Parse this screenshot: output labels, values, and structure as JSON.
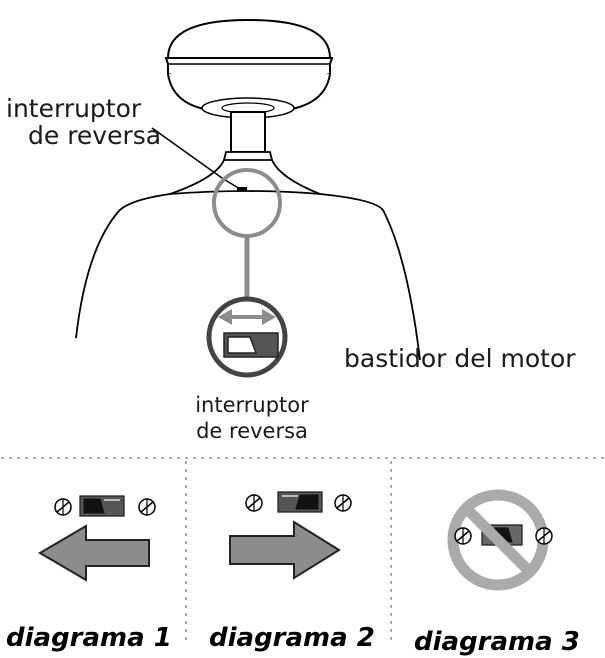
{
  "labels": {
    "reverse_switch_top": [
      "interruptor",
      "de reversa"
    ],
    "motor_housing": "bastidor del motor",
    "reverse_switch_bottom": [
      "interruptor",
      "de reversa"
    ]
  },
  "panels": [
    {
      "caption": "diagrama 1",
      "arrow_direction": "left",
      "prohibited": false
    },
    {
      "caption": "diagrama 2",
      "arrow_direction": "right",
      "prohibited": false
    },
    {
      "caption": "diagrama 3",
      "arrow_direction": "none",
      "prohibited": true
    }
  ],
  "colors": {
    "line": "#000000",
    "gray": "#8c8c8c",
    "dark_gray": "#444444",
    "dots": "#9a9a9a"
  },
  "icons": [
    "screw-icon",
    "slide-switch-icon",
    "direction-arrow-icon",
    "prohibited-icon"
  ]
}
